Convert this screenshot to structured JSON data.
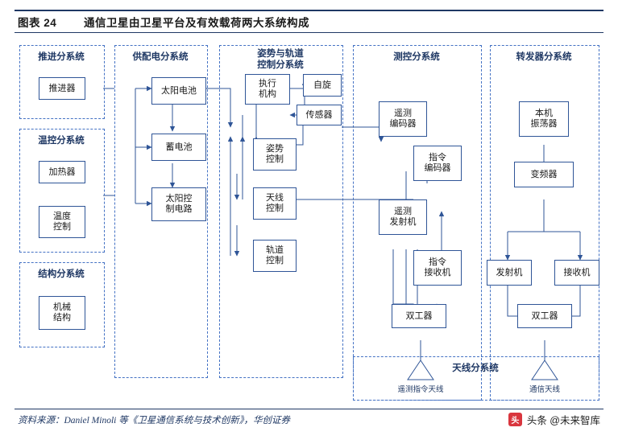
{
  "header": {
    "figure_label": "图表 24",
    "title": "通信卫星由卫星平台及有效载荷两大系统构成"
  },
  "footer": {
    "source": "资料来源：Daniel Minoli 等《卫星通信系统与技术创新》，华创证券",
    "brand_logo": "头",
    "brand_text": "头条 @未来智库"
  },
  "colors": {
    "rule": "#1f3864",
    "group_border": "#4472c4",
    "node_border": "#2f5597",
    "wire": "#2f5597",
    "brand": "#d9363e"
  },
  "diagram": {
    "groups": [
      {
        "id": "g1",
        "title": "推进分系统"
      },
      {
        "id": "g1b",
        "title": "温控分系统"
      },
      {
        "id": "g1c",
        "title": "结构分系统"
      },
      {
        "id": "g2",
        "title": "供配电分系统"
      },
      {
        "id": "g3",
        "title": "姿势与轨道\n控制分系统"
      },
      {
        "id": "g4",
        "title": "测控分系统"
      },
      {
        "id": "g5",
        "title": "转发器分系统"
      },
      {
        "id": "g6",
        "title": "天线分系统"
      }
    ],
    "nodes": [
      {
        "id": "n01",
        "label": "推进器"
      },
      {
        "id": "n02",
        "label": "加热器"
      },
      {
        "id": "n03",
        "label": "温度\n控制"
      },
      {
        "id": "n04",
        "label": "机械\n结构"
      },
      {
        "id": "n05",
        "label": "太阳电池"
      },
      {
        "id": "n06",
        "label": "蓄电池"
      },
      {
        "id": "n07",
        "label": "太阳控\n制电路"
      },
      {
        "id": "n08",
        "label": "执行\n机构"
      },
      {
        "id": "n09",
        "label": "自旋"
      },
      {
        "id": "n10",
        "label": "传感器"
      },
      {
        "id": "n11",
        "label": "姿势\n控制"
      },
      {
        "id": "n12",
        "label": "天线\n控制"
      },
      {
        "id": "n13",
        "label": "轨道\n控制"
      },
      {
        "id": "n14",
        "label": "遥测\n编码器"
      },
      {
        "id": "n15",
        "label": "指令\n编码器"
      },
      {
        "id": "n16",
        "label": "遥测\n发射机"
      },
      {
        "id": "n17",
        "label": "指令\n接收机"
      },
      {
        "id": "n18",
        "label": "双工器"
      },
      {
        "id": "n19",
        "label": "本机\n振荡器"
      },
      {
        "id": "n20",
        "label": "变频器"
      },
      {
        "id": "n21",
        "label": "发射机"
      },
      {
        "id": "n22",
        "label": "接收机"
      },
      {
        "id": "n23",
        "label": "双工器"
      }
    ],
    "antenna_labels": [
      {
        "id": "a1",
        "label": "遥测指令天线"
      },
      {
        "id": "a2",
        "label": "通信天线"
      }
    ]
  }
}
